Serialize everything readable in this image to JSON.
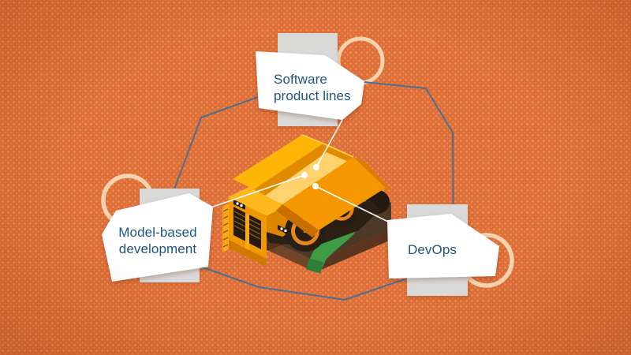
{
  "diagram": {
    "title": "",
    "subject_illustration": "isometric mining dump truck on dirt mound with winding green path",
    "node_count": 3
  },
  "nodes": {
    "software_product_lines": {
      "line1": "Software",
      "line2": "product lines"
    },
    "model_based_development": {
      "line1": "Model-based",
      "line2": "development"
    },
    "devops": {
      "label": "DevOps"
    }
  },
  "colors": {
    "background_orange": "#DF6F38",
    "background_dot": "#F3B184",
    "circuit_line_blue": "#4C6F92",
    "label_text_blue": "#1F5480",
    "card_white": "#FFFFFF",
    "card_gray": "#D9D9D7",
    "decor_ring_cream": "#F4D8B4",
    "callout_line_white": "#FFFFFF",
    "truck_yellow": "#FFB508",
    "truck_orange": "#F29C00",
    "truck_shadow_orange": "#D97B00",
    "truck_dark": "#241B12",
    "wheel_rim_orange": "#E8861C",
    "ground_brown": "#4E3826",
    "ground_side_brown": "#70452A",
    "road_green": "#3E9C45"
  }
}
